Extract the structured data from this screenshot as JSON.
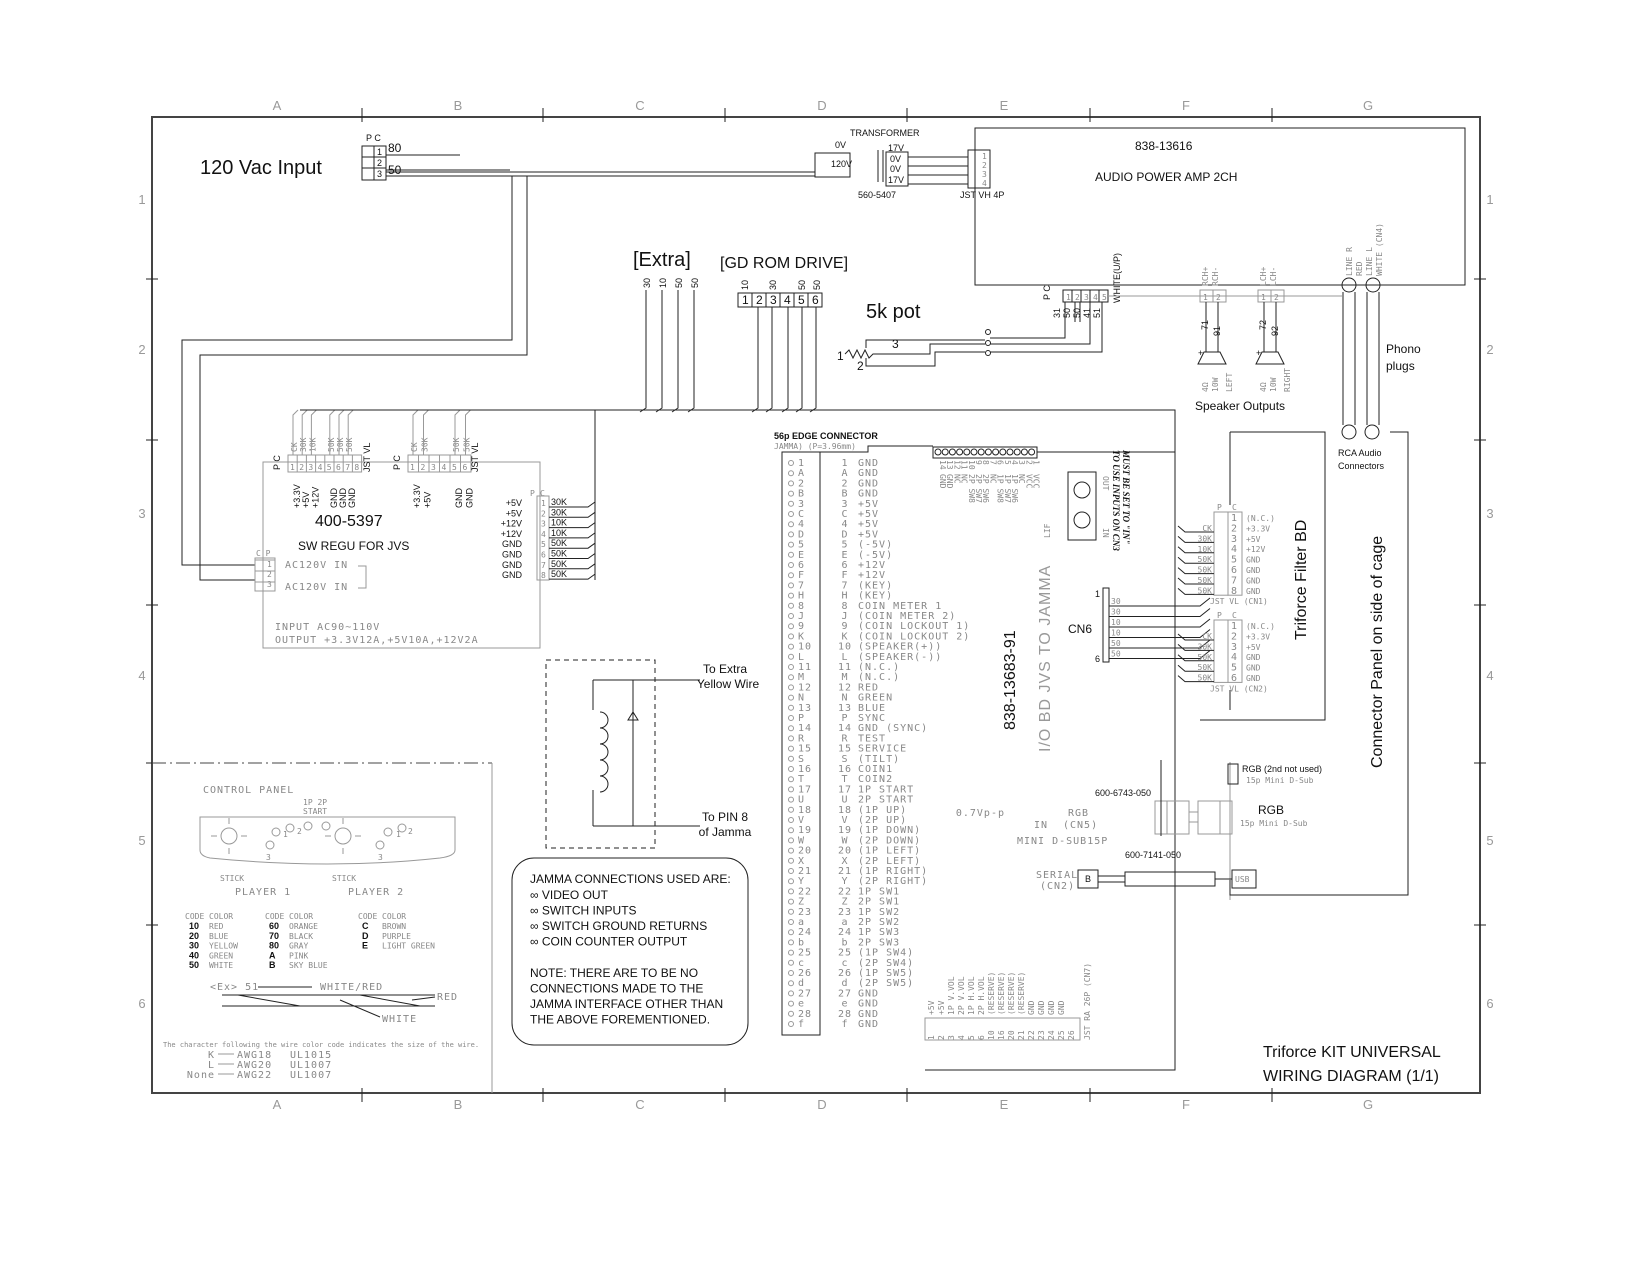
{
  "grid": {
    "columns": [
      "A",
      "B",
      "C",
      "D",
      "E",
      "F",
      "G"
    ],
    "rows": [
      "1",
      "2",
      "3",
      "4",
      "5",
      "6"
    ]
  },
  "title": {
    "line1": "Triforce KIT UNIVERSAL",
    "line2": "WIRING DIAGRAM  (1/1)"
  },
  "power_input": {
    "label": "120 Vac Input",
    "pc": "P C",
    "pins": [
      "1",
      "2",
      "3"
    ],
    "wire_codes": [
      "80",
      "50"
    ]
  },
  "transformer": {
    "label": "TRANSFORMER",
    "primary": [
      "0V",
      "120V"
    ],
    "secondary": [
      "17V",
      "0V",
      "0V",
      "17V"
    ],
    "part": "560-5407",
    "connector": "JST VH 4P",
    "pins": [
      "1",
      "2",
      "3",
      "4"
    ]
  },
  "audio_amp": {
    "part": "838-13616",
    "label": "AUDIO POWER AMP 2CH",
    "pc": "P C",
    "pins": [
      "1",
      "2",
      "3",
      "4",
      "5"
    ],
    "wire_codes": [
      "31",
      "50",
      "50",
      "41",
      "51"
    ],
    "note": "WHITE(U/P)"
  },
  "extra": {
    "label": "[Extra]",
    "wire_codes": [
      "30",
      "10",
      "50",
      "50"
    ]
  },
  "gdrom": {
    "label": "[GD ROM DRIVE]",
    "pins": [
      "1",
      "2",
      "3",
      "4",
      "5",
      "6"
    ],
    "wire_codes": [
      "10",
      "30",
      "50",
      "50"
    ]
  },
  "pot": {
    "label": "5k pot",
    "pins": [
      "1",
      "2",
      "3"
    ]
  },
  "speakers": {
    "right_conn": [
      "RCH+",
      "RCH-"
    ],
    "left_conn": [
      "LCH+",
      "LCH-"
    ],
    "right_codes": [
      "71",
      "91"
    ],
    "left_codes": [
      "72",
      "92"
    ],
    "spec": [
      "4Ω",
      "10W"
    ],
    "left": "LEFT",
    "right": "RIGHT",
    "plus": "+",
    "minus": "−",
    "label": "Speaker Outputs"
  },
  "line_out": {
    "line_r": [
      "LINE R",
      "RED"
    ],
    "line_l": [
      "LINE L",
      "WHITE (CN4)"
    ],
    "phono": [
      "Phono",
      "plugs"
    ],
    "rca": [
      "RCA Audio",
      "Connectors"
    ]
  },
  "regulator": {
    "part": "400-5397",
    "label": "SW REGU FOR JVS",
    "conn1_codes": [
      "CK",
      "30K",
      "10K",
      "50K",
      "50K",
      "50K"
    ],
    "conn1_pins": [
      "1",
      "2",
      "3",
      "4",
      "5",
      "6",
      "7",
      "8"
    ],
    "conn1_volts": [
      "+3.3V",
      "+5V",
      "+12V",
      "GND",
      "GND",
      "GND"
    ],
    "conn2_codes": [
      "CK",
      "30K",
      "50K",
      "50K"
    ],
    "conn2_pins": [
      "1",
      "2",
      "3",
      "4",
      "5",
      "6"
    ],
    "conn2_volts": [
      "+3.3V",
      "+5V",
      "GND",
      "GND"
    ],
    "jst": "JST VL",
    "pc": "P C",
    "cp": "C P",
    "ac_in": [
      "AC120V  IN",
      "AC120V  IN"
    ],
    "ac_pins": [
      "1",
      "2",
      "3"
    ],
    "input": "INPUT   AC90~110V",
    "output": "OUTPUT  +3.3V12A,+5V10A,+12V2A",
    "out_volts": [
      "+5V",
      "+5V",
      "+12V",
      "+12V",
      "GND",
      "GND",
      "GND",
      "GND"
    ],
    "out_pins": [
      "1",
      "2",
      "3",
      "4",
      "5",
      "6",
      "7",
      "8"
    ],
    "out_codes": [
      "30K",
      "30K",
      "10K",
      "10K",
      "50K",
      "50K",
      "50K",
      "50K"
    ]
  },
  "relay_box": {
    "to_extra": [
      "To Extra",
      "Yellow Wire"
    ],
    "to_pin8": [
      "To PIN 8",
      "of Jamma"
    ]
  },
  "notes": {
    "heading": "JAMMA CONNECTIONS USED ARE:",
    "items": [
      "∞ VIDEO OUT",
      "∞ SWITCH INPUTS",
      "∞ SWITCH GROUND RETURNS",
      "∞ COIN COUNTER OUTPUT"
    ],
    "note": [
      "NOTE: THERE ARE TO BE NO",
      "CONNECTIONS MADE TO THE",
      "JAMMA INTERFACE OTHER THAN",
      "THE ABOVE FOREMENTIONED."
    ]
  },
  "jamma": {
    "title1": "56p EDGE  CONNECTOR",
    "title2": "JAMMA)  (P=3.96mm)",
    "pins": [
      [
        "1",
        "GND"
      ],
      [
        "A",
        "GND"
      ],
      [
        "2",
        "GND"
      ],
      [
        "B",
        "GND"
      ],
      [
        "3",
        "+5V"
      ],
      [
        "C",
        "+5V"
      ],
      [
        "4",
        "+5V"
      ],
      [
        "D",
        "+5V"
      ],
      [
        "5",
        "(-5V)"
      ],
      [
        "E",
        "(-5V)"
      ],
      [
        "6",
        "+12V"
      ],
      [
        "F",
        "+12V"
      ],
      [
        "7",
        "(KEY)"
      ],
      [
        "H",
        "(KEY)"
      ],
      [
        "8",
        "COIN METER 1"
      ],
      [
        "J",
        "(COIN METER 2)"
      ],
      [
        "9",
        "(COIN LOCKOUT 1)"
      ],
      [
        "K",
        "(COIN LOCKOUT 2)"
      ],
      [
        "10",
        "(SPEAKER(+))"
      ],
      [
        "L",
        "(SPEAKER(-))"
      ],
      [
        "11",
        "(N.C.)"
      ],
      [
        "M",
        "(N.C.)"
      ],
      [
        "12",
        "RED"
      ],
      [
        "N",
        "GREEN"
      ],
      [
        "13",
        "BLUE"
      ],
      [
        "P",
        "SYNC"
      ],
      [
        "14",
        "GND (SYNC)"
      ],
      [
        "R",
        "TEST"
      ],
      [
        "15",
        "SERVICE"
      ],
      [
        "S",
        "(TILT)"
      ],
      [
        "16",
        "COIN1"
      ],
      [
        "T",
        "COIN2"
      ],
      [
        "17",
        "1P START"
      ],
      [
        "U",
        "2P START"
      ],
      [
        "18",
        "(1P UP)"
      ],
      [
        "V",
        "(2P UP)"
      ],
      [
        "19",
        "(1P DOWN)"
      ],
      [
        "W",
        "(2P DOWN)"
      ],
      [
        "20",
        "(1P LEFT)"
      ],
      [
        "X",
        "(2P LEFT)"
      ],
      [
        "21",
        "(1P RIGHT)"
      ],
      [
        "Y",
        "(2P RIGHT)"
      ],
      [
        "22",
        "1P SW1"
      ],
      [
        "Z",
        "2P SW1"
      ],
      [
        "23",
        "1P SW2"
      ],
      [
        "a",
        "2P SW2"
      ],
      [
        "24",
        "1P SW3"
      ],
      [
        "b",
        "2P SW3"
      ],
      [
        "25",
        "(1P SW4)"
      ],
      [
        "c",
        "(2P SW4)"
      ],
      [
        "26",
        "(1P SW5)"
      ],
      [
        "d",
        "(2P SW5)"
      ],
      [
        "27",
        "GND"
      ],
      [
        "e",
        "GND"
      ],
      [
        "28",
        "GND"
      ],
      [
        "f",
        "GND"
      ]
    ]
  },
  "io_board": {
    "part": "838-13683-91",
    "label": "I/O BD  JVS  TO  JAMMA",
    "cn3_pins": [
      "14",
      "13",
      "12",
      "11",
      "10",
      "9",
      "8",
      "7",
      "6",
      "5",
      "4",
      "3",
      "2",
      "1"
    ],
    "cn3_labels": [
      "GND",
      "GND",
      "NC",
      "NC",
      "2P SW8",
      "2P SW7",
      "2P SW6",
      "NC",
      "1P SW8",
      "1P SW7",
      "1P SW6",
      "NC",
      "VCC",
      "VCC"
    ],
    "cn3_note": [
      "MUST BE SET TO \"IN\"",
      "TO USE INPUTS ON CN3"
    ],
    "switch": {
      "out": "OUT",
      "in": "IN",
      "lif": "LIF"
    },
    "cn6": {
      "label": "CN6",
      "first": "1",
      "last": "6",
      "codes": [
        "30",
        "30",
        "10",
        "10",
        "50",
        "50"
      ]
    },
    "cn7_pins": [
      "1",
      "2",
      "3",
      "4",
      "5",
      "6",
      "10",
      "16",
      "20",
      "21",
      "22",
      "23",
      "24",
      "25",
      "26"
    ],
    "cn7_labels": [
      "+5V",
      "+5V",
      "1P V.VOL",
      "2P V.VOL",
      "1P H.VOL",
      "2P H.VOL",
      "(RESERVE)",
      "(RESERVE)",
      "(RESERVE)",
      "(RESERVE)",
      "GND",
      "GND",
      "GND",
      "GND",
      ""
    ],
    "cn7_name": "JST RA 26P (CN7)",
    "rgb": {
      "level": [
        "0.7Vp-p",
        "IN"
      ],
      "name": [
        "RGB",
        "(CN5)"
      ],
      "type": "MINI D-SUB15P"
    },
    "serial": [
      "SERIAL",
      "(CN2)"
    ],
    "serial_b": "B"
  },
  "filter_bd": {
    "label": "Triforce Filter BD",
    "pc": "P C",
    "cn1_codes": [
      "CK",
      "30K",
      "10K",
      "50K",
      "50K",
      "50K",
      "50K"
    ],
    "cn1_pins": [
      "1",
      "2",
      "3",
      "4",
      "5",
      "6",
      "7",
      "8"
    ],
    "cn1_labels": [
      "(N.C.)",
      "+3.3V",
      "+5V",
      "+12V",
      "GND",
      "GND",
      "GND",
      "GND"
    ],
    "cn1_name": "JST VL (CN1)",
    "cn2_codes": [
      "CK",
      "30K",
      "50K",
      "50K",
      "50K"
    ],
    "cn2_pins": [
      "1",
      "2",
      "3",
      "4",
      "5",
      "6"
    ],
    "cn2_labels": [
      "(N.C.)",
      "+3.3V",
      "+5V",
      "GND",
      "GND",
      "GND"
    ],
    "cn2_name": "JST VL (CN2)"
  },
  "connector_panel": {
    "label": "Connector Panel on side of cage"
  },
  "rgb": {
    "cable": "600-6743-050",
    "rgb2": "RGB (2nd not used)",
    "rgb2_sub": "15p   Mini D-Sub",
    "rgb1": "RGB",
    "rgb1_sub": "15p   Mini D-Sub"
  },
  "usb": {
    "cable": "600-7141-050",
    "label": "USB"
  },
  "control_panel": {
    "title": "CONTROL PANEL",
    "start": [
      "1P  2P",
      "START"
    ],
    "stick": "STICK",
    "player1": "PLAYER 1",
    "player2": "PLAYER 2",
    "buttons": [
      "1",
      "2",
      "3"
    ]
  },
  "color_codes": {
    "header": [
      "CODE",
      "COLOR"
    ],
    "columns": [
      [
        [
          "10",
          "RED"
        ],
        [
          "20",
          "BLUE"
        ],
        [
          "30",
          "YELLOW"
        ],
        [
          "40",
          "GREEN"
        ],
        [
          "50",
          "WHITE"
        ]
      ],
      [
        [
          "60",
          "ORANGE"
        ],
        [
          "70",
          "BLACK"
        ],
        [
          "80",
          "GRAY"
        ],
        [
          "A",
          "PINK"
        ],
        [
          "B",
          "SKY BLUE"
        ]
      ],
      [
        [
          "C",
          "BROWN"
        ],
        [
          "D",
          "PURPLE"
        ],
        [
          "E",
          "LIGHT GREEN"
        ]
      ]
    ],
    "example": "<Ex> 51",
    "example_color": "WHITE/RED",
    "red": "RED",
    "white": "WHITE",
    "size_note": "The character following the wire color code indicates the size of the wire.",
    "sizes": [
      [
        "K",
        "AWG18",
        "UL1015"
      ],
      [
        "L",
        "AWG20",
        "UL1007"
      ],
      [
        "None",
        "AWG22",
        "UL1007"
      ]
    ]
  },
  "colors": {
    "line": "#222222",
    "cad_text": "#888888",
    "background": "#ffffff"
  }
}
